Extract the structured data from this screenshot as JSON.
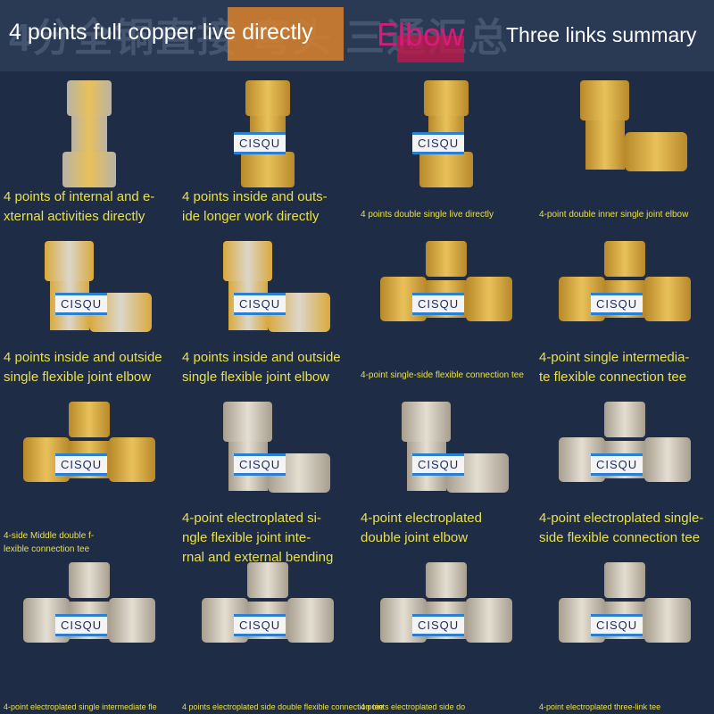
{
  "header": {
    "title_left": "4 points full copper live directly",
    "title_mid": "Elbow",
    "title_right": "Three links summary",
    "background_chars": "4分全铜直接 弯头 三通汇总"
  },
  "brand_label": "CISQU",
  "colors": {
    "brass": "#d9a93c",
    "chrome": "#cbc4b6",
    "caption": "#e8e04a",
    "accent_pink": "#d61c7a"
  },
  "products": [
    {
      "caption": "4 points of internal and e-\nxternal activities directly",
      "finish": "brass-chrome",
      "shape": "straight"
    },
    {
      "caption": "4 points inside and outs-\nide longer work directly",
      "finish": "brass",
      "shape": "straight",
      "brand": true
    },
    {
      "caption": "4 points double single live directly",
      "finish": "brass",
      "shape": "straight",
      "brand": true
    },
    {
      "caption": "4-point double inner single joint elbow",
      "finish": "brass",
      "shape": "elbow"
    },
    {
      "caption": "4 points inside and outside\nsingle flexible joint elbow",
      "finish": "chrome-brass",
      "shape": "elbow",
      "brand": true
    },
    {
      "caption": "4 points inside and outside\nsingle flexible joint elbow",
      "finish": "chrome-brass",
      "shape": "elbow",
      "brand": true
    },
    {
      "caption": "4-point single-side flexible connection tee",
      "finish": "brass",
      "shape": "tee",
      "brand": true
    },
    {
      "caption": "4-point single intermedia-\nte flexible connection tee",
      "finish": "brass",
      "shape": "tee",
      "brand": true
    },
    {
      "caption": "4-side Middle double f-\nlexible connection tee",
      "finish": "brass",
      "shape": "tee",
      "brand": true
    },
    {
      "caption": "4-point electroplated si-\nngle flexible joint inte-\nrnal and external bending",
      "finish": "chrome",
      "shape": "elbow",
      "brand": true
    },
    {
      "caption": "4-point electroplated\ndouble joint elbow",
      "finish": "chrome",
      "shape": "elbow",
      "brand": true
    },
    {
      "caption": "4-point electroplated single-\nside flexible connection tee",
      "finish": "chrome",
      "shape": "tee",
      "brand": true
    },
    {
      "caption": "4-point electroplated single intermediate fle",
      "finish": "chrome",
      "shape": "tee",
      "brand": true
    },
    {
      "caption": "4 points electroplated side double flexible connection tee",
      "finish": "chrome",
      "shape": "tee",
      "brand": true
    },
    {
      "caption": "4 points electroplated side do",
      "finish": "chrome",
      "shape": "tee",
      "brand": true
    },
    {
      "caption": "4-point electroplated three-link tee",
      "finish": "chrome",
      "shape": "tee",
      "brand": true
    }
  ]
}
